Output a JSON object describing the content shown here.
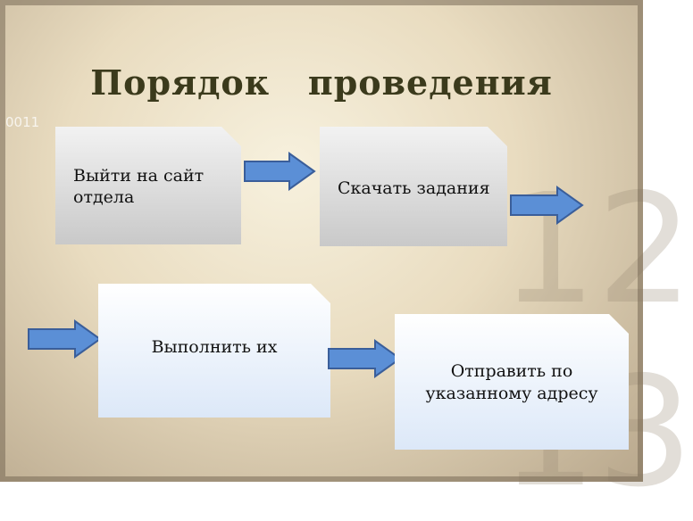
{
  "title": "Порядок   проведения",
  "background": {
    "binary_text": "0011",
    "digits": [
      "12",
      "13"
    ]
  },
  "steps": [
    {
      "label": "Выйти на сайт\nотдела"
    },
    {
      "label": "Скачать задания"
    },
    {
      "label": "Выполнить их"
    },
    {
      "label": "Отправить по\nуказанному адресу"
    }
  ],
  "colors": {
    "arrow_fill": "#5b8fd6",
    "arrow_stroke": "#3a5e9a",
    "title": "#3b3a1c"
  }
}
